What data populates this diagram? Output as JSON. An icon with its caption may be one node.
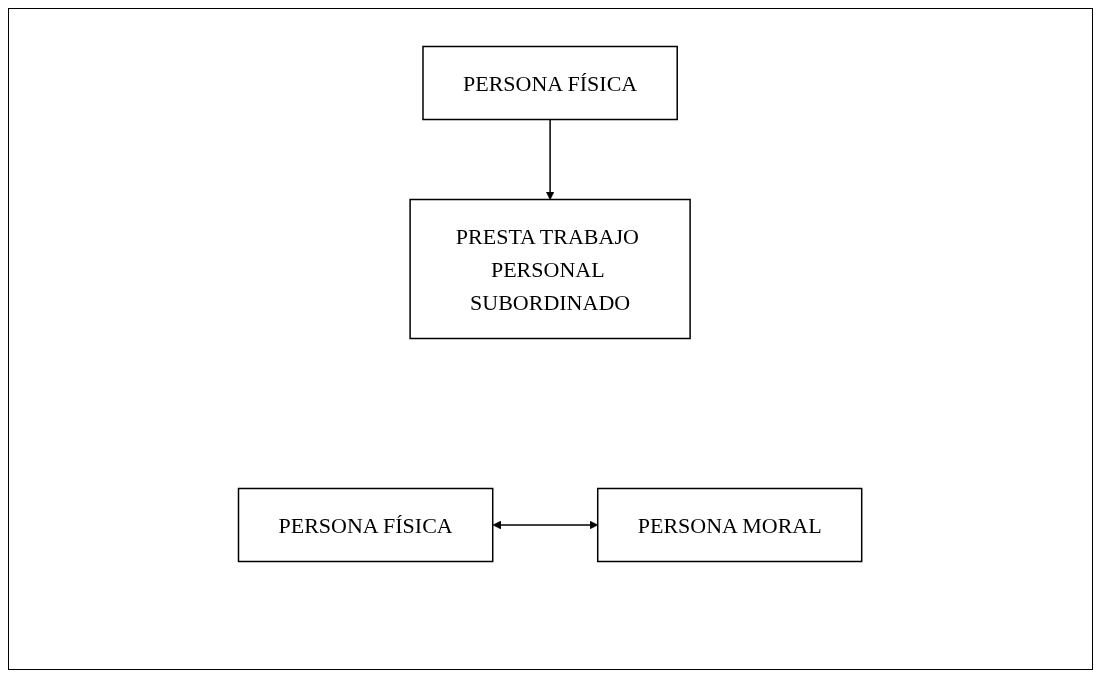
{
  "diagram": {
    "nodes": [
      {
        "text": [
          "PERSONA FÍSICA"
        ]
      },
      {
        "text": [
          "PRESTA TRABAJO PERSONAL SUBORDINADO"
        ]
      },
      {
        "text": [
          "PERSONA FÍSICA"
        ]
      },
      {
        "text": [
          "PERSONA MORAL"
        ]
      }
    ],
    "edges": [
      {
        "from": 0,
        "to": 1,
        "arrow": "to"
      },
      {
        "from": 2,
        "to": 3,
        "arrow": "both"
      }
    ]
  }
}
